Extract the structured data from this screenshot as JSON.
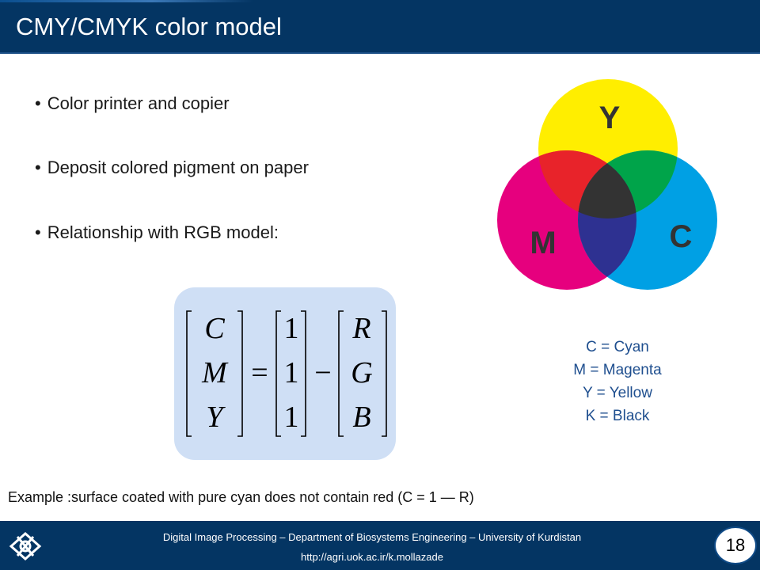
{
  "slide": {
    "title": "CMY/CMYK color model",
    "bullets": [
      "Color printer and copier",
      "Deposit colored pigment on paper",
      "Relationship with RGB model:"
    ],
    "bullet_glyph": "•",
    "venn": {
      "labels": {
        "yellow": "Y",
        "magenta": "M",
        "cyan": "C"
      },
      "colors": {
        "yellow": "#ffee00",
        "magenta": "#e6007e",
        "cyan": "#00a0e4",
        "red": "#e8232a",
        "green": "#00a44a",
        "blue": "#2e3191",
        "black": "#333333"
      }
    },
    "legend": [
      "C = Cyan",
      "M = Magenta",
      "Y = Yellow",
      "K = Black"
    ],
    "matrix": {
      "left": [
        "C",
        "M",
        "Y"
      ],
      "ones": [
        "1",
        "1",
        "1"
      ],
      "right": [
        "R",
        "G",
        "B"
      ],
      "equals": "=",
      "minus": "−"
    },
    "example": "Example :surface coated with pure cyan does not contain red (C = 1 — R)"
  },
  "footer": {
    "line1": "Digital Image Processing – Department of Biosystems Engineering – University of Kurdistan",
    "line2": "http://agri.uok.ac.ir/k.mollazade",
    "page_number": "18",
    "logo_icon": "university-logo-icon"
  },
  "theme": {
    "header_bg": "#043563",
    "legend_text": "#1f4f8f",
    "matrix_bg": "#cfdff5"
  }
}
